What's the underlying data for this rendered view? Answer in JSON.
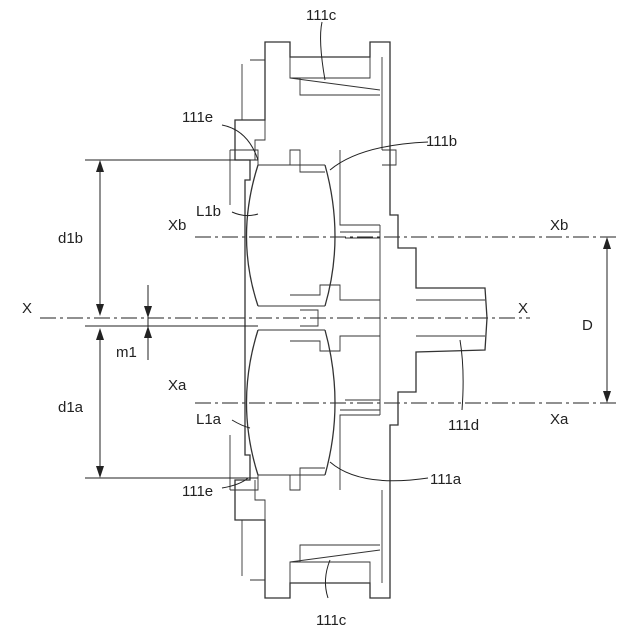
{
  "labels": {
    "part_111c_top": "111c",
    "part_111c_bottom": "111c",
    "part_111e_top": "111e",
    "part_111e_bottom": "111e",
    "part_111b": "111b",
    "part_111a": "111a",
    "part_111d": "111d",
    "lens_L1b": "L1b",
    "lens_L1a": "L1a",
    "axis_Xb_left": "Xb",
    "axis_Xb_right": "Xb",
    "axis_Xa_left": "Xa",
    "axis_Xa_right": "Xa",
    "axis_X_left": "X",
    "axis_X_right": "X",
    "dim_d1b": "d1b",
    "dim_d1a": "d1a",
    "dim_m1": "m1",
    "dim_D": "D"
  }
}
